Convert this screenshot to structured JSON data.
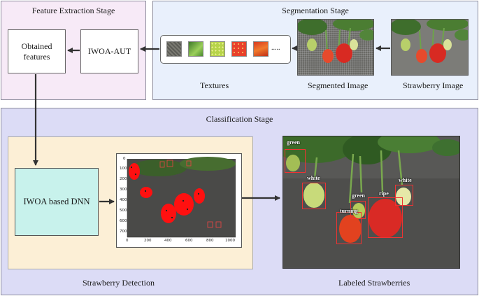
{
  "stages": {
    "feature_extraction": "Feature Extraction Stage",
    "segmentation": "Segmentation Stage",
    "classification": "Classification Stage"
  },
  "boxes": {
    "obtained_features": "Obtained features",
    "iwoa_aut": "IWOA-AUT",
    "iwoa_dnn": "IWOA based DNN",
    "ellipsis": "....."
  },
  "captions": {
    "textures": "Textures",
    "segmented_image": "Segmented Image",
    "strawberry_image": "Strawberry Image",
    "strawberry_detection": "Strawberry Detection",
    "labeled_strawberries": "Labeled Strawberries"
  },
  "labels": [
    "green",
    "white",
    "white",
    "green",
    "ripe",
    "turning"
  ],
  "plot_ticks": {
    "y": [
      "0",
      "100",
      "200",
      "300",
      "400",
      "500",
      "600",
      "700"
    ],
    "x": [
      "0",
      "200",
      "400",
      "600",
      "800",
      "1000"
    ]
  },
  "colors": {
    "feature_bg": "#f7eaf7",
    "segmentation_bg": "#e9f0fc",
    "classification_bg": "#dcdcf6",
    "detection_bg": "#fcefd6",
    "dnn_box": "#c8f2ec"
  }
}
